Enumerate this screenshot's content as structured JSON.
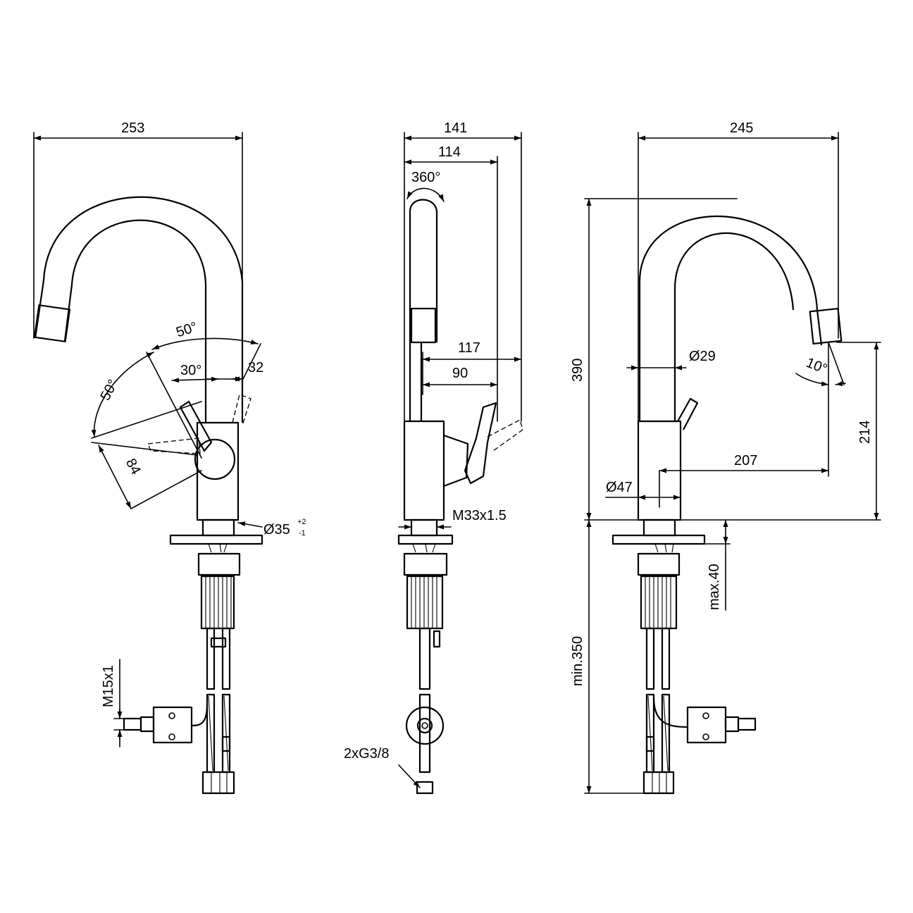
{
  "dimensions": {
    "front_width": "253",
    "side_width": "141",
    "side_inner": "114",
    "rotation": "360°",
    "reach_a": "117",
    "reach_b": "90",
    "rear_width": "245",
    "height_total": "390",
    "spout_dia": "Ø29",
    "spout_angle": "10°",
    "height_outlet": "214",
    "reach_rear": "207",
    "base_dia": "Ø47",
    "deck_thickness": "max.40",
    "min_clearance": "min.350",
    "lever_angle_a": "50°",
    "lever_angle_b": "50°",
    "lever_angle_c": "30°",
    "lever_offset": "32",
    "lever_length": "84",
    "hole_dia": "Ø35",
    "hole_tol_plus": "+2",
    "hole_tol_minus": "-1",
    "thread": "M33x1.5",
    "hose_thread": "M15x1",
    "connection": "2xG3/8"
  }
}
